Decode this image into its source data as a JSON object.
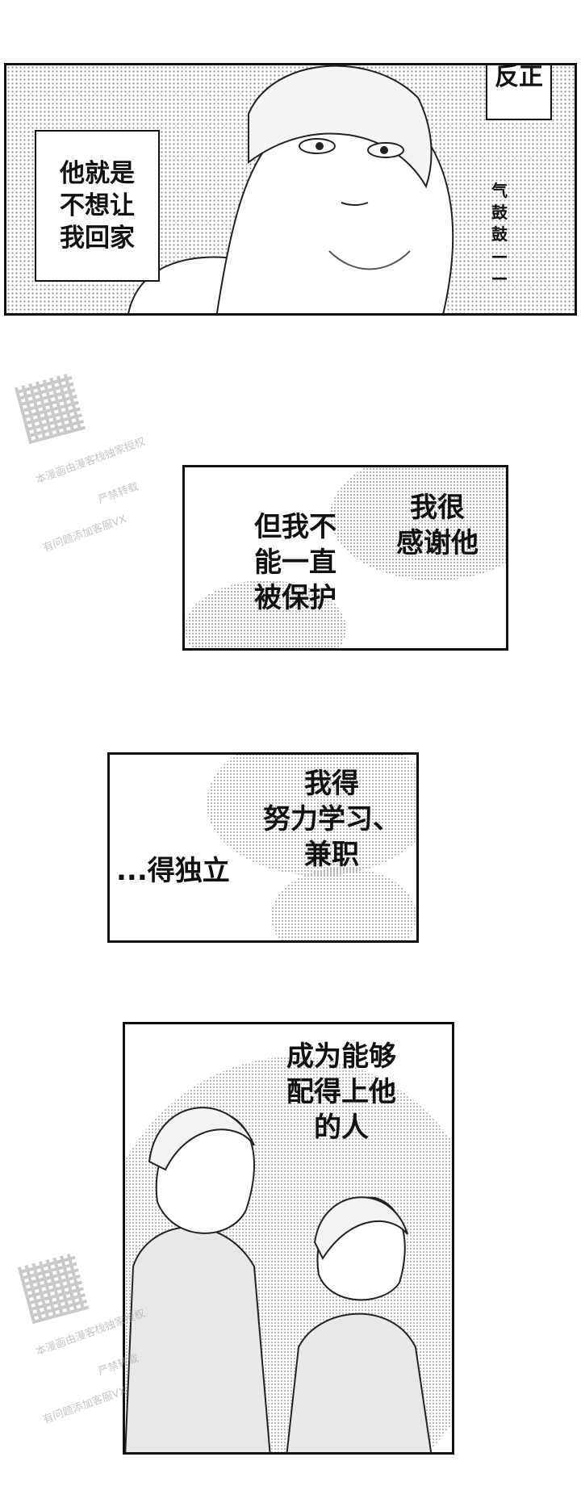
{
  "panel1": {
    "caption_right": "反正",
    "caption_left": "他就是\n不想让\n我回家",
    "sfx": "气\n鼓\n鼓\n—\n—"
  },
  "panel2": {
    "text_right": "我很\n感谢他",
    "text_left": "但我不\n能一直\n被保护"
  },
  "panel3": {
    "text_right": "我得\n努力学习、\n兼职",
    "text_left": "...得独立"
  },
  "panel4": {
    "text_top": "成为能够\n配得上他\n的人"
  },
  "watermark": {
    "line1": "本漫画由漫客栈独家授权",
    "line2": "严禁转载",
    "line3": "有问题添加客服VX"
  }
}
